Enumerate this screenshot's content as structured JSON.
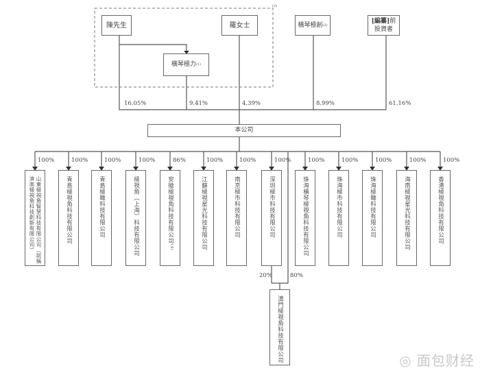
{
  "top": {
    "note_mark": "(2)",
    "chen": "陳先生",
    "luo": "羅女士",
    "jichuang": "橫琴極創",
    "jichuang_note": "(3)",
    "jili": "橫琴極力",
    "jili_note": "(1)",
    "investors_bold": "[編纂]",
    "investors_rest": "前投資者"
  },
  "percents": {
    "chen": "16.05%",
    "jili": "9.41%",
    "luo": "4.39%",
    "jichuang": "8.99%",
    "investors": "61.16%"
  },
  "company": "本公司",
  "subsidiaries": [
    {
      "name": "山東極視角智慧科技有限公司（前稱濟南極視角科技創新有限公司）",
      "pct": "100%"
    },
    {
      "name": "青島極視角科技有限公司",
      "pct": "100%"
    },
    {
      "name": "青島極瞰科技有限公司",
      "pct": "100%"
    },
    {
      "name": "極視角（上海）科技有限公司",
      "pct": "100%"
    },
    {
      "name": "安徽極視角科技有限公司⁽⁴⁾",
      "pct": "86%"
    },
    {
      "name": "江蘇極視星光科技有限公司",
      "pct": "100%"
    },
    {
      "name": "南京極市科技有限公司",
      "pct": "100%"
    },
    {
      "name": "深圳極市科技有限公司",
      "pct": "100%"
    },
    {
      "name": "珠海橫琴極視角科技有限公司",
      "pct": "100%"
    },
    {
      "name": "珠海極市科技有限公司",
      "pct": "100%"
    },
    {
      "name": "珠海極瞰科技有限公司",
      "pct": "100%"
    },
    {
      "name": "海南極視星光科技有限公司",
      "pct": "100%"
    },
    {
      "name": "香港極視角科技有限公司",
      "pct": "100%"
    }
  ],
  "macau": {
    "name": "澳門極視角科技有限公司",
    "pct_shenzhen": "20%",
    "pct_company": "80%"
  },
  "watermark": "面包财经"
}
